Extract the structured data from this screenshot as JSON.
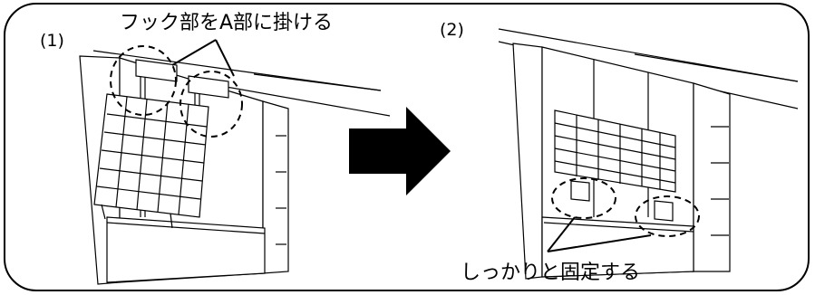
{
  "steps": {
    "one": "(1)",
    "two": "(2)"
  },
  "callouts": {
    "hook": "フック部をA部に掛ける",
    "secure": "しっかりと固定する"
  },
  "colors": {
    "line": "#000000",
    "arrow": "#000000",
    "background": "#ffffff"
  },
  "icons": {
    "direction": "right-arrow-icon"
  }
}
